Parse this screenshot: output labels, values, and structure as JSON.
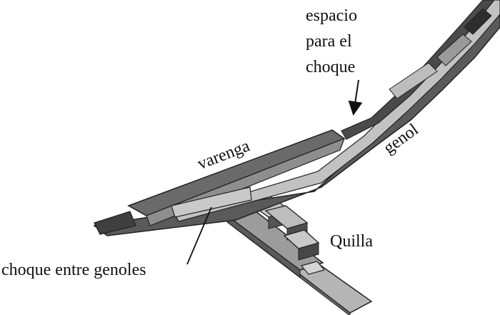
{
  "labels": {
    "gap_line1": "espacio",
    "gap_line2": "para el",
    "gap_line3": "choque",
    "floor_timber": "varenga",
    "frame": "genol",
    "keel": "Quilla",
    "joint": "choque entre genoles"
  },
  "colors": {
    "dark": "#4a4a4a",
    "mid": "#7a7a7a",
    "light": "#b9b9b9",
    "lighter": "#d2d2d2",
    "ink": "#111111"
  }
}
